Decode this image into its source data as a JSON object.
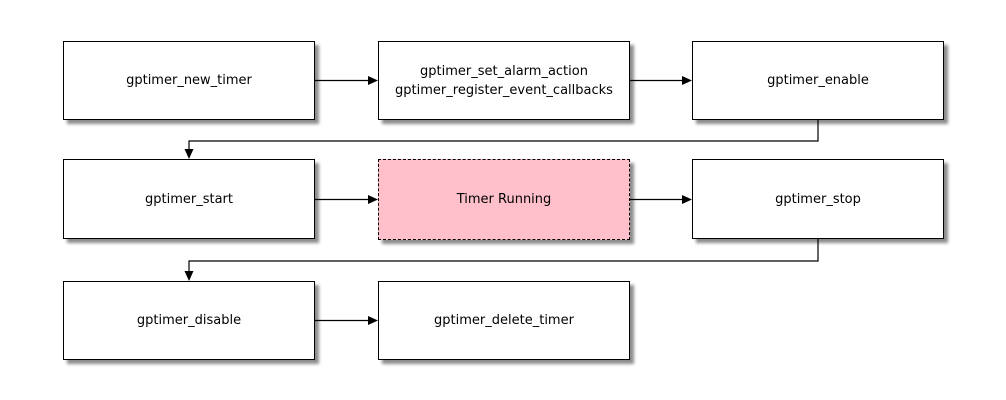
{
  "diagram": {
    "type": "flowchart",
    "background": "#ffffff",
    "colors": {
      "node_fill": "#ffffff",
      "node_border": "#000000",
      "highlight_fill": "#ffc0cb",
      "text": "#000000",
      "edge": "#000000"
    },
    "nodes": [
      {
        "id": "gptimer_new_timer",
        "lines": [
          "gptimer_new_timer"
        ],
        "style": "solid"
      },
      {
        "id": "gptimer_set_alarm_action_register_event_callbacks",
        "lines": [
          "gptimer_set_alarm_action",
          "gptimer_register_event_callbacks"
        ],
        "style": "solid"
      },
      {
        "id": "gptimer_enable",
        "lines": [
          "gptimer_enable"
        ],
        "style": "solid"
      },
      {
        "id": "gptimer_start",
        "lines": [
          "gptimer_start"
        ],
        "style": "solid"
      },
      {
        "id": "timer_running",
        "lines": [
          "Timer Running"
        ],
        "style": "dashed-highlight"
      },
      {
        "id": "gptimer_stop",
        "lines": [
          "gptimer_stop"
        ],
        "style": "solid"
      },
      {
        "id": "gptimer_disable",
        "lines": [
          "gptimer_disable"
        ],
        "style": "solid"
      },
      {
        "id": "gptimer_delete_timer",
        "lines": [
          "gptimer_delete_timer"
        ],
        "style": "solid"
      }
    ],
    "edges": [
      {
        "from": "gptimer_new_timer",
        "to": "gptimer_set_alarm_action_register_event_callbacks",
        "routing": "straight-right"
      },
      {
        "from": "gptimer_set_alarm_action_register_event_callbacks",
        "to": "gptimer_enable",
        "routing": "straight-right"
      },
      {
        "from": "gptimer_enable",
        "to": "gptimer_start",
        "routing": "elbow-down-left-down"
      },
      {
        "from": "gptimer_start",
        "to": "timer_running",
        "routing": "straight-right"
      },
      {
        "from": "timer_running",
        "to": "gptimer_stop",
        "routing": "straight-right"
      },
      {
        "from": "gptimer_stop",
        "to": "gptimer_disable",
        "routing": "elbow-down-left-down"
      },
      {
        "from": "gptimer_disable",
        "to": "gptimer_delete_timer",
        "routing": "straight-right"
      }
    ]
  }
}
